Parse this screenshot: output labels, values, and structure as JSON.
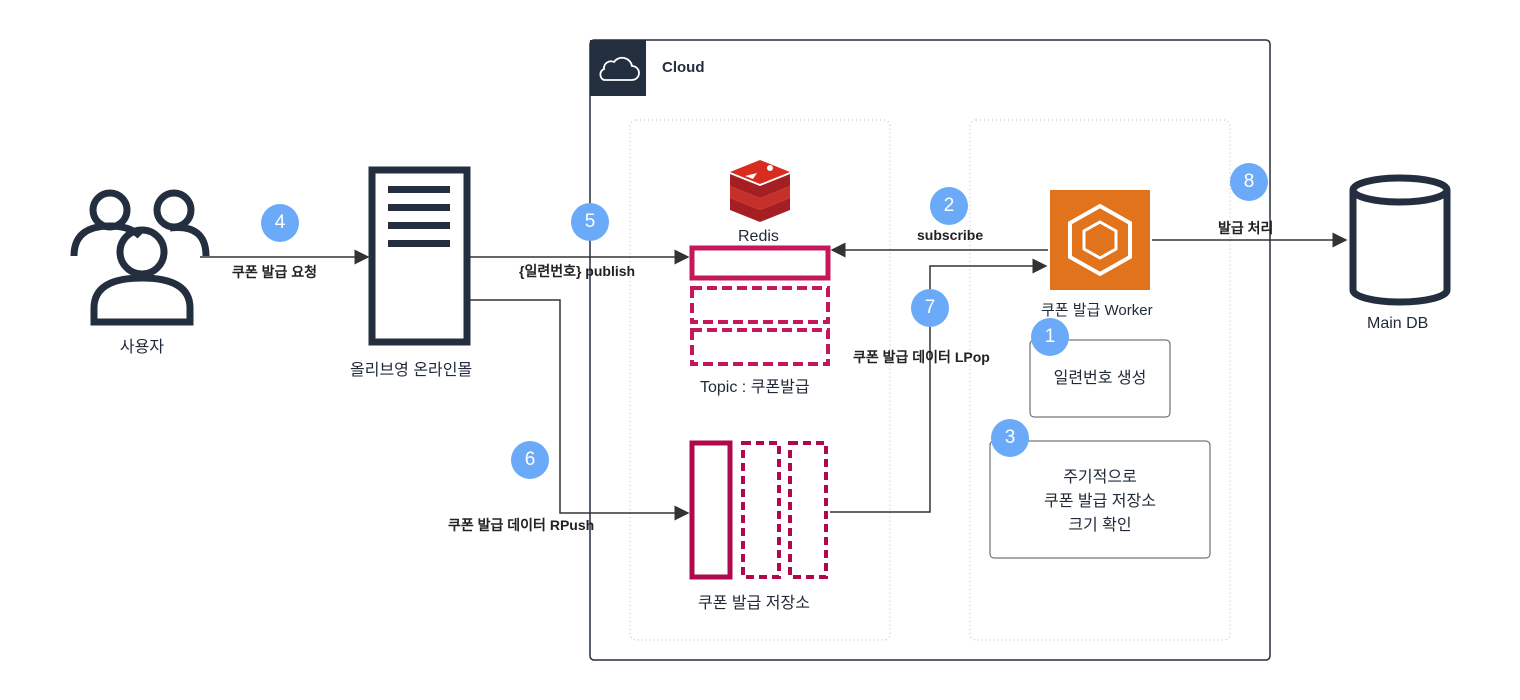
{
  "cloud": {
    "label": "Cloud"
  },
  "nodes": {
    "users": "사용자",
    "mall": "올리브영 온라인몰",
    "redis": "Redis",
    "topic": "Topic : 쿠폰발급",
    "storage": "쿠폰 발급 저장소",
    "worker": "쿠폰 발급 Worker",
    "db": "Main DB"
  },
  "edges": {
    "request": "쿠폰 발급 요청",
    "publish": "{일련번호} publish",
    "subscribe": "subscribe",
    "rpush": "쿠폰 발급 데이터 RPush",
    "lpop": "쿠폰 발급 데이터 LPop",
    "process": "발급 처리"
  },
  "steps": [
    "1",
    "2",
    "3",
    "4",
    "5",
    "6",
    "7",
    "8"
  ],
  "tasks": {
    "serial": "일련번호 생성",
    "check_lines": [
      "주기적으로",
      "쿠폰 발급 저장소",
      "크기 확인"
    ]
  },
  "colors": {
    "accent_redis": "#c7175b",
    "storage": "#b0084d",
    "worker": "#e0731c",
    "badge": "#6aaaf8",
    "cloud_header": "#232f3e"
  }
}
